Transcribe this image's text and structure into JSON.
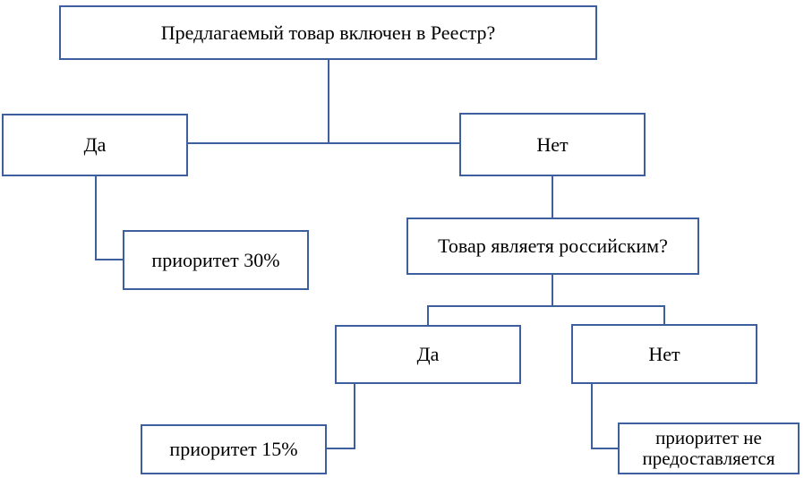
{
  "nodes": {
    "question1": "Предлагаемый товар включен в Реестр?",
    "yes1": "Да",
    "no1": "Нет",
    "priority30": "приоритет 30%",
    "question2": "Товар являетя российским?",
    "yes2": "Да",
    "no2": "Нет",
    "priority15": "приоритет 15%",
    "no_priority_line1": "приоритет не",
    "no_priority_line2": "предоставляется"
  },
  "colors": {
    "border": "#3d5f9e",
    "connector": "#3d5f9e",
    "background": "#ffffff",
    "text": "#000000"
  }
}
